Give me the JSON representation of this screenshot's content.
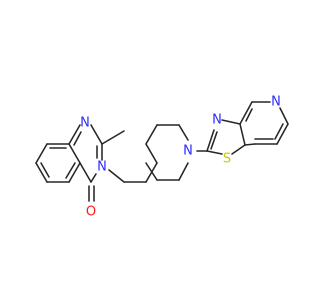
{
  "colors": {
    "bond": "#262626",
    "nitrogen": "#2b2bff",
    "oxygen": "#ff1a1a",
    "sulfur": "#c9c900",
    "background": "#ffffff"
  },
  "molecule": {
    "atom_labels": {
      "n_quinazoline_1": "N",
      "n_quinazoline_3": "N",
      "o_carbonyl": "O",
      "n_piperidine": "N",
      "n_thiazole": "N",
      "s_thiazole": "S",
      "n_pyridine": "N"
    }
  }
}
